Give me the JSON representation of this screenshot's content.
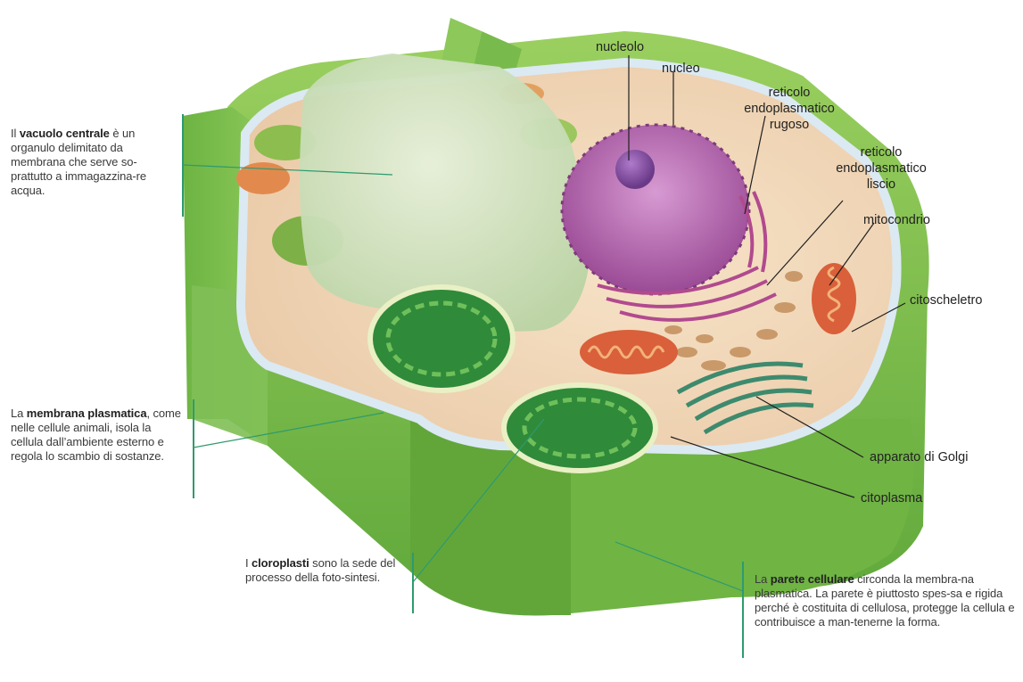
{
  "labels": {
    "nucleolo": "nucleolo",
    "nucleo": "nucleo",
    "rer_1": "reticolo",
    "rer_2": "endoplasmatico",
    "rer_3": "rugoso",
    "ser_1": "reticolo",
    "ser_2": "endoplasmatico",
    "ser_3": "liscio",
    "mitocondrio": "mitocondrio",
    "citoscheletro": "citoscheletro",
    "golgi": "apparato di Golgi",
    "citoplasma": "citoplasma"
  },
  "captions": {
    "vacuolo": {
      "pre": "Il ",
      "bold": "vacuolo centrale",
      "post": " è un organulo delimitato da membrana che serve so-prattutto a immagazzina-re acqua."
    },
    "membrana": {
      "pre": "La ",
      "bold": "membrana plasmatica",
      "post": ", come nelle cellule animali, isola la cellula dall’ambiente esterno e regola lo scambio di sostanze."
    },
    "cloroplasti": {
      "pre": "I ",
      "bold": "cloroplasti",
      "post": " sono la sede del processo della foto-sintesi."
    },
    "parete": {
      "pre": "La ",
      "bold": "parete cellulare",
      "post": " circonda la membra-na plasmatica. La parete è piuttosto spes-sa e rigida perché è costituita di cellulosa, protegge la cellula e contribuisce a man-tenerne la forma."
    }
  },
  "colors": {
    "leader_line": "#2e9a6e",
    "wall": "#7cc04a",
    "wall_dark": "#5ea33a",
    "vacuole": "#cfe3bf",
    "nucleus": "#b85fb0",
    "chloroplast": "#2f8a3a",
    "mitochondrion": "#d9603a",
    "cytoplasm": "#f3dcc0"
  }
}
